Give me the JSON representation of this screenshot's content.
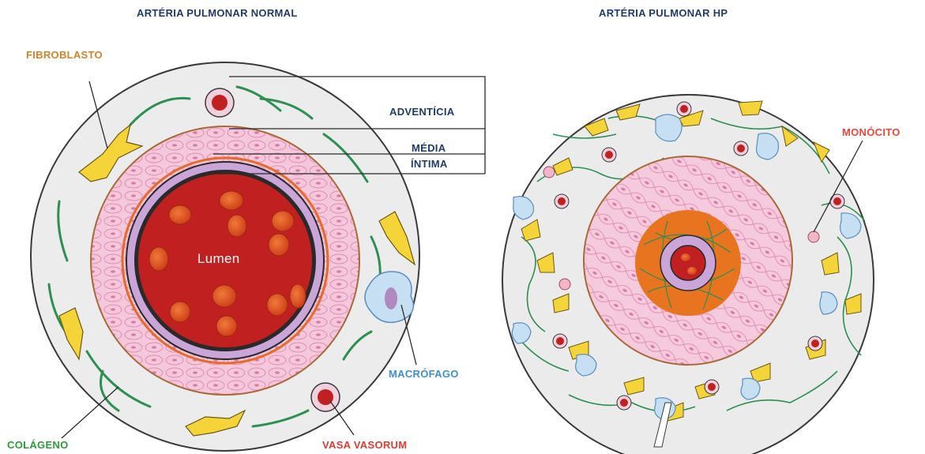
{
  "titles": {
    "normal": "ARTÉRIA PULMONAR NORMAL",
    "hp": "ARTÉRIA PULMONAR HP"
  },
  "labels": {
    "fibroblasto": "FIBROBLASTO",
    "adventicia": "ADVENTÍCIA",
    "media": "MÉDIA",
    "intima": "ÍNTIMA",
    "monocito": "MONÓCITO",
    "macrofago": "MACRÓFAGO",
    "colageno": "COLÁGENO",
    "vasa_vasorum": "VASA VASORUM",
    "lumen": "Lumen"
  },
  "colors": {
    "title": "#1f3b6e",
    "fibroblasto": "#d0832b",
    "monocito": "#e8473a",
    "macrofago": "#3e8ed0",
    "colageno": "#2c9a3a",
    "vasa_vasorum": "#e03a2e",
    "lumen_fill": "#c0201f",
    "media_fill": "#f3c3d8",
    "intima_fill": "#c9a5d8",
    "fibroblast_fill": "#f5d43a",
    "collagen_fiber": "#2e8f52",
    "adventitia_fill": "#ececec"
  }
}
